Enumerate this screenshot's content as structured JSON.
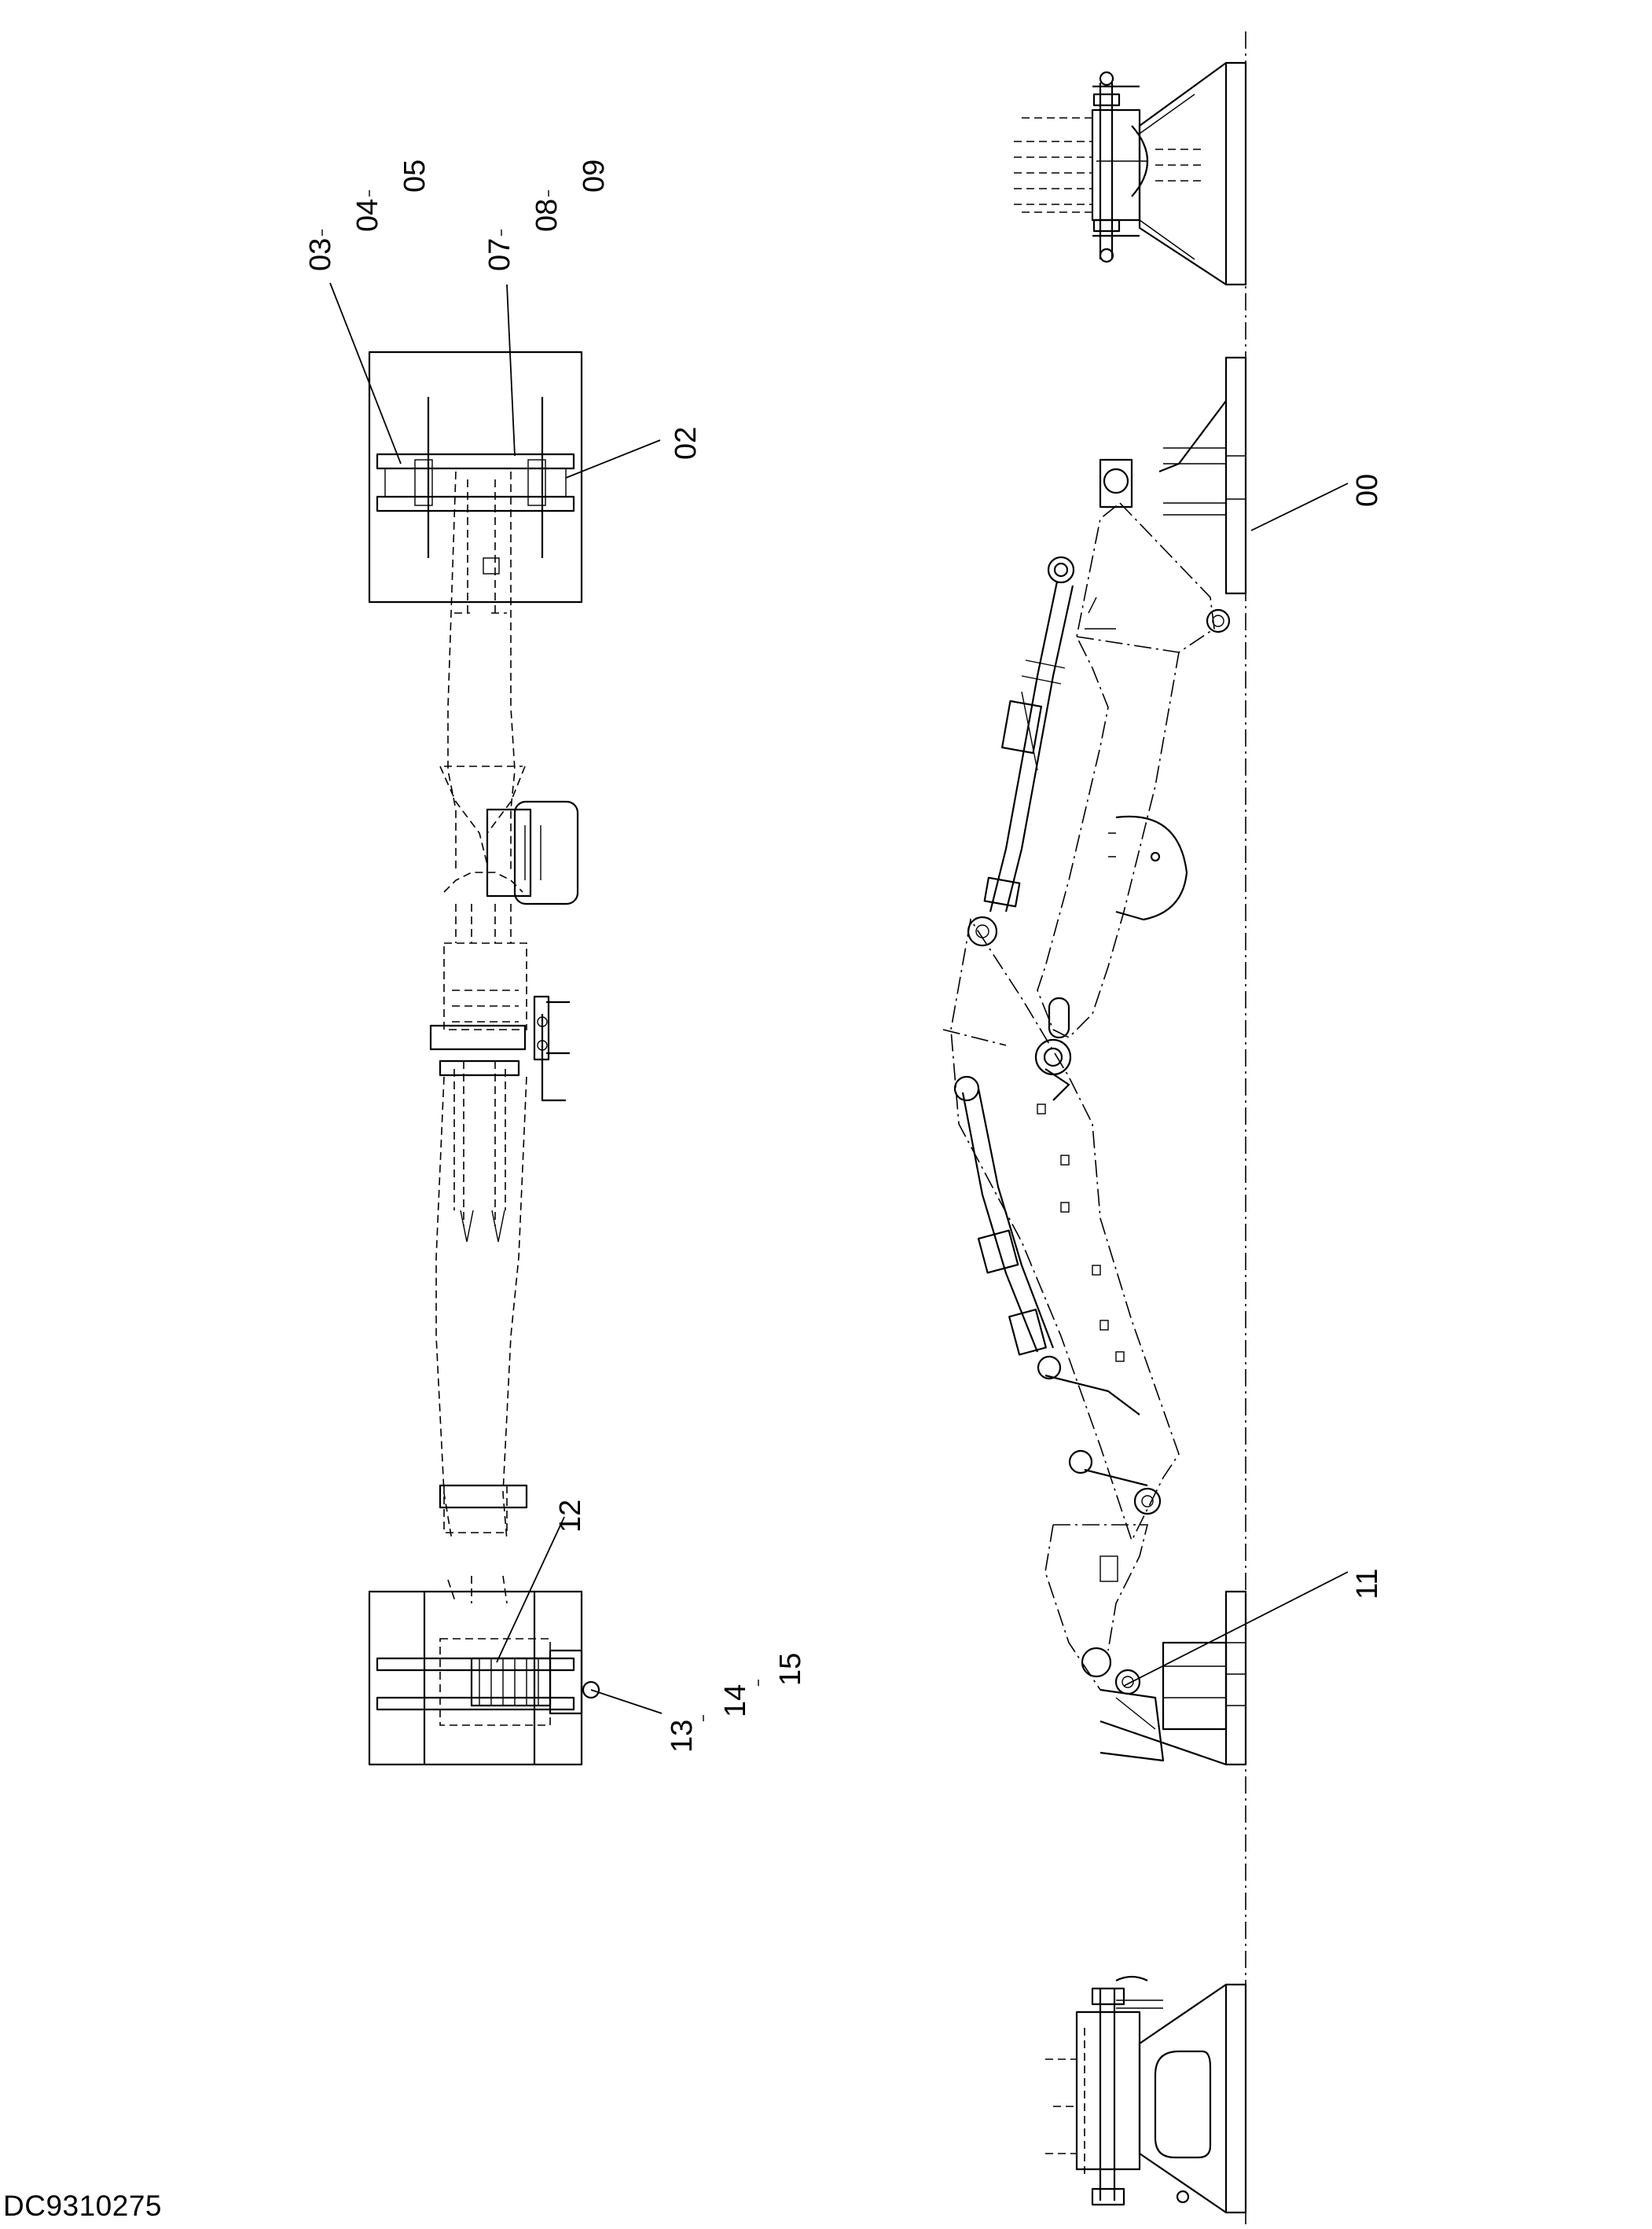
{
  "drawing_code": "DC9310275",
  "callouts": {
    "c00": "00",
    "c02": "02",
    "c03": "03",
    "c04": "04",
    "c05": "05",
    "c07": "07",
    "c08": "08",
    "c09": "09",
    "c11": "11",
    "c12": "12",
    "c13": "13",
    "c14": "14",
    "c15": "15"
  }
}
